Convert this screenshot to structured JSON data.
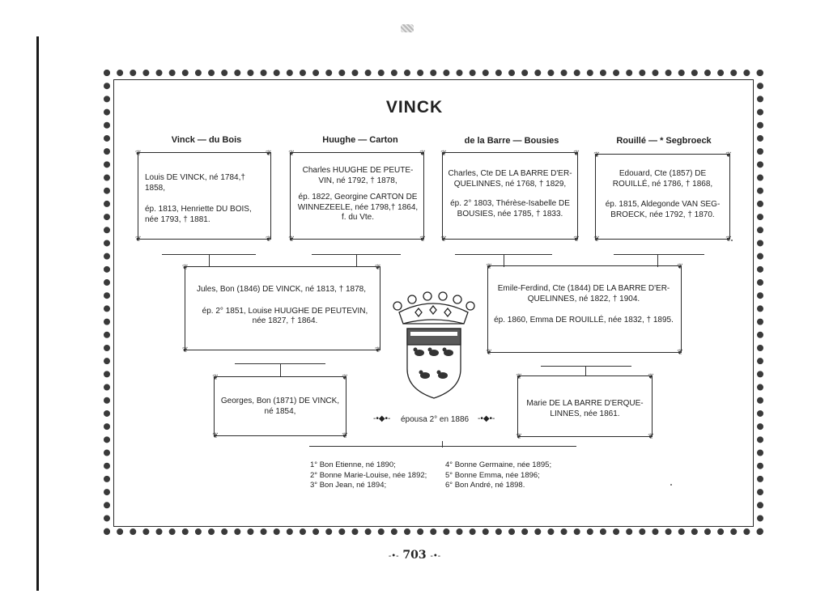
{
  "title": "VINCK",
  "column_headings": [
    "Vinck — du Bois",
    "Huughe — Carton",
    "de la Barre — Bousies",
    "Rouillé — * Segbroeck"
  ],
  "grandparents": [
    {
      "line1": "Louis DE VINCK, né 1784,† 1858,",
      "line2": "ép. 1813, Henriette DU BOIS, née 1793, † 1881."
    },
    {
      "line1": "Charles HUUGHE DE PEUTE-VIN, né 1792, † 1878,",
      "line2": "ép. 1822, Georgine CARTON DE WINNEZEELE, née 1798,† 1864, f. du Vte."
    },
    {
      "line1": "Charles, Cte DE LA BARRE D'ER-QUELINNES, né 1768, † 1829,",
      "line2": "ép. 2° 1803, Thérèse-Isabelle DE BOUSIES, née 1785, † 1833."
    },
    {
      "line1": "Edouard, Cte (1857) DE ROUILLÉ, né 1786, † 1868,",
      "line2": "ép. 1815, Aldegonde VAN SEG-BROECK, née 1792, † 1870."
    }
  ],
  "parents": [
    {
      "line1": "Jules, Bon (1846) DE VINCK, né 1813, † 1878,",
      "line2": "ép. 2° 1851, Louise HUUGHE DE PEUTEVIN, née 1827, † 1864."
    },
    {
      "line1": "Emile-Ferdind, Cte (1844) DE LA BARRE D'ER-QUELINNES, né 1822, † 1904.",
      "line2": "ép. 1860, Emma DE ROUILLÉ, née 1832, † 1895."
    }
  ],
  "couple": [
    {
      "text": "Georges, Bon (1871) DE VINCK, né 1854,"
    },
    {
      "text": "Marie DE LA BARRE D'ERQUE-LINNES, née 1861."
    }
  ],
  "marriage_text": "épousa 2° en 1886",
  "children_left": [
    "1° Bon Etienne, né 1890;",
    "2° Bonne Marie-Louise, née 1892;",
    "3° Bon Jean, né 1894;"
  ],
  "children_right": [
    "4° Bonne Germaine, née 1895;",
    "5° Bonne Emma, née 1896;",
    "6° Bon André, né 1898."
  ],
  "page_number": "703",
  "page_number_prefix": "-•-",
  "page_number_suffix": "-•-",
  "colors": {
    "ink": "#1d1d1d",
    "paper": "#ffffff"
  },
  "icons": [
    "coronet-icon",
    "coat-of-arms-icon",
    "corner-ornament-icon",
    "marriage-ornament-icon"
  ]
}
